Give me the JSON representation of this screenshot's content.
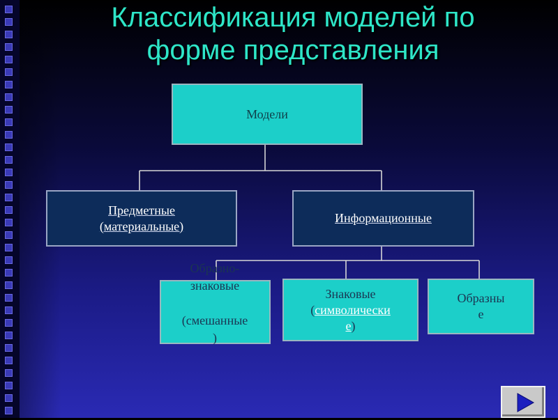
{
  "slide": {
    "title_line1": "Классификация моделей по",
    "title_line2": "форме представления"
  },
  "diagram": {
    "root": "Модели",
    "level1": {
      "left": {
        "line1": "Предметные",
        "line2": "(материальные)"
      },
      "right": "Информационные"
    },
    "level2": {
      "mixed": {
        "line1": "Образно-",
        "line2": "знаковые",
        "line3": "(смешанные",
        "line4": ")"
      },
      "symbolic": {
        "line1": "Знаковые",
        "open": "(",
        "link_part1": "символически",
        "link_part2": "е",
        "close": ")"
      },
      "figurative": {
        "line1": "Образны",
        "line2": "е"
      }
    }
  },
  "navigation": {
    "next_icon": "play-triangle-icon"
  },
  "colors": {
    "title": "#2ee6c8",
    "teal_box": "#1ccfc9",
    "dark_box": "#0d2c5a"
  }
}
